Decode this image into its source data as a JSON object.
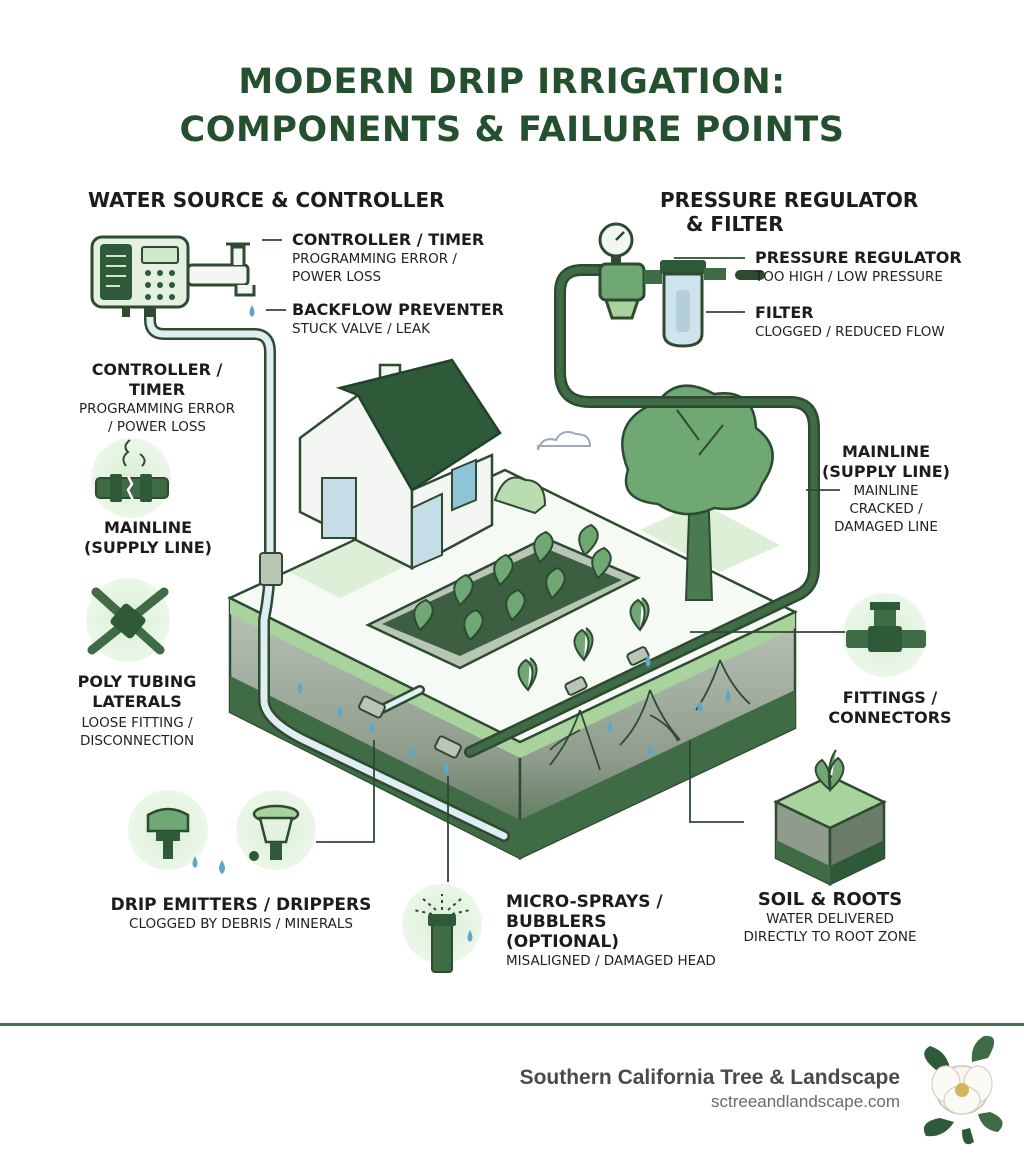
{
  "title": {
    "line1": "MODERN DRIP IRRIGATION:",
    "line2": "COMPONENTS & FAILURE POINTS"
  },
  "sections": {
    "water_source": "WATER SOURCE & CONTROLLER",
    "pressure": {
      "line1": "PRESSURE REGULATOR",
      "line2": "& FILTER"
    }
  },
  "callouts": {
    "controller_top": {
      "name": "CONTROLLER / TIMER",
      "desc1": "PROGRAMMING ERROR /",
      "desc2": "POWER LOSS"
    },
    "backflow": {
      "name": "BACKFLOW PREVENTER",
      "desc1": "STUCK VALVE / LEAK"
    },
    "controller_left": {
      "name": "CONTROLLER / TIMER",
      "desc1": "PROGRAMMING ERROR",
      "desc2": "/ POWER LOSS"
    },
    "mainline_left": {
      "name1": "MAINLINE",
      "name2": "(SUPPLY LINE)"
    },
    "poly_tubing": {
      "name1": "POLY TUBING",
      "name2": "LATERALS",
      "desc1": "LOOSE FITTING /",
      "desc2": "DISCONNECTION"
    },
    "drip_emitters": {
      "name": "DRIP EMITTERS / DRIPPERS",
      "desc1": "CLOGGED BY DEBRIS / MINERALS"
    },
    "micro_sprays": {
      "name1": "MICRO-SPRAYS /",
      "name2": "BUBBLERS",
      "name3": "(OPTIONAL)",
      "desc1": "MISALIGNED / DAMAGED HEAD"
    },
    "pressure_regulator": {
      "name": "PRESSURE REGULATOR",
      "desc1": "TOO HIGH / LOW PRESSURE"
    },
    "filter": {
      "name": "FILTER",
      "desc1": "CLOGGED / REDUCED FLOW"
    },
    "mainline_right": {
      "name1": "MAINLINE",
      "name2": "(SUPPLY LINE)",
      "desc1": "MAINLINE",
      "desc2": "CRACKED /",
      "desc3": "DAMAGED LINE"
    },
    "fittings": {
      "name1": "FITTINGS /",
      "name2": "CONNECTORS"
    },
    "soil_roots": {
      "name": "SOIL & ROOTS",
      "desc1": "WATER DELIVERED",
      "desc2": "DIRECTLY TO ROOT ZONE"
    }
  },
  "footer": {
    "company": "Southern California Tree & Landscape",
    "url": "sctreeandlandscape.com"
  },
  "icons": [
    "controller-icon",
    "faucet-icon",
    "pressure-gauge-icon",
    "regulator-icon",
    "filter-icon",
    "cracked-pipe-icon",
    "tubing-cross-icon",
    "tee-fitting-icon",
    "dripper-icon",
    "micro-spray-icon",
    "soil-block-icon",
    "magnolia-logo-icon"
  ],
  "colors": {
    "title": "#24502f",
    "dark_green": "#2f5a39",
    "mid_green": "#6f9d73",
    "light_green": "#cfe8c9",
    "pipe_blue": "#dfeef3",
    "water": "#5fa7c9"
  }
}
